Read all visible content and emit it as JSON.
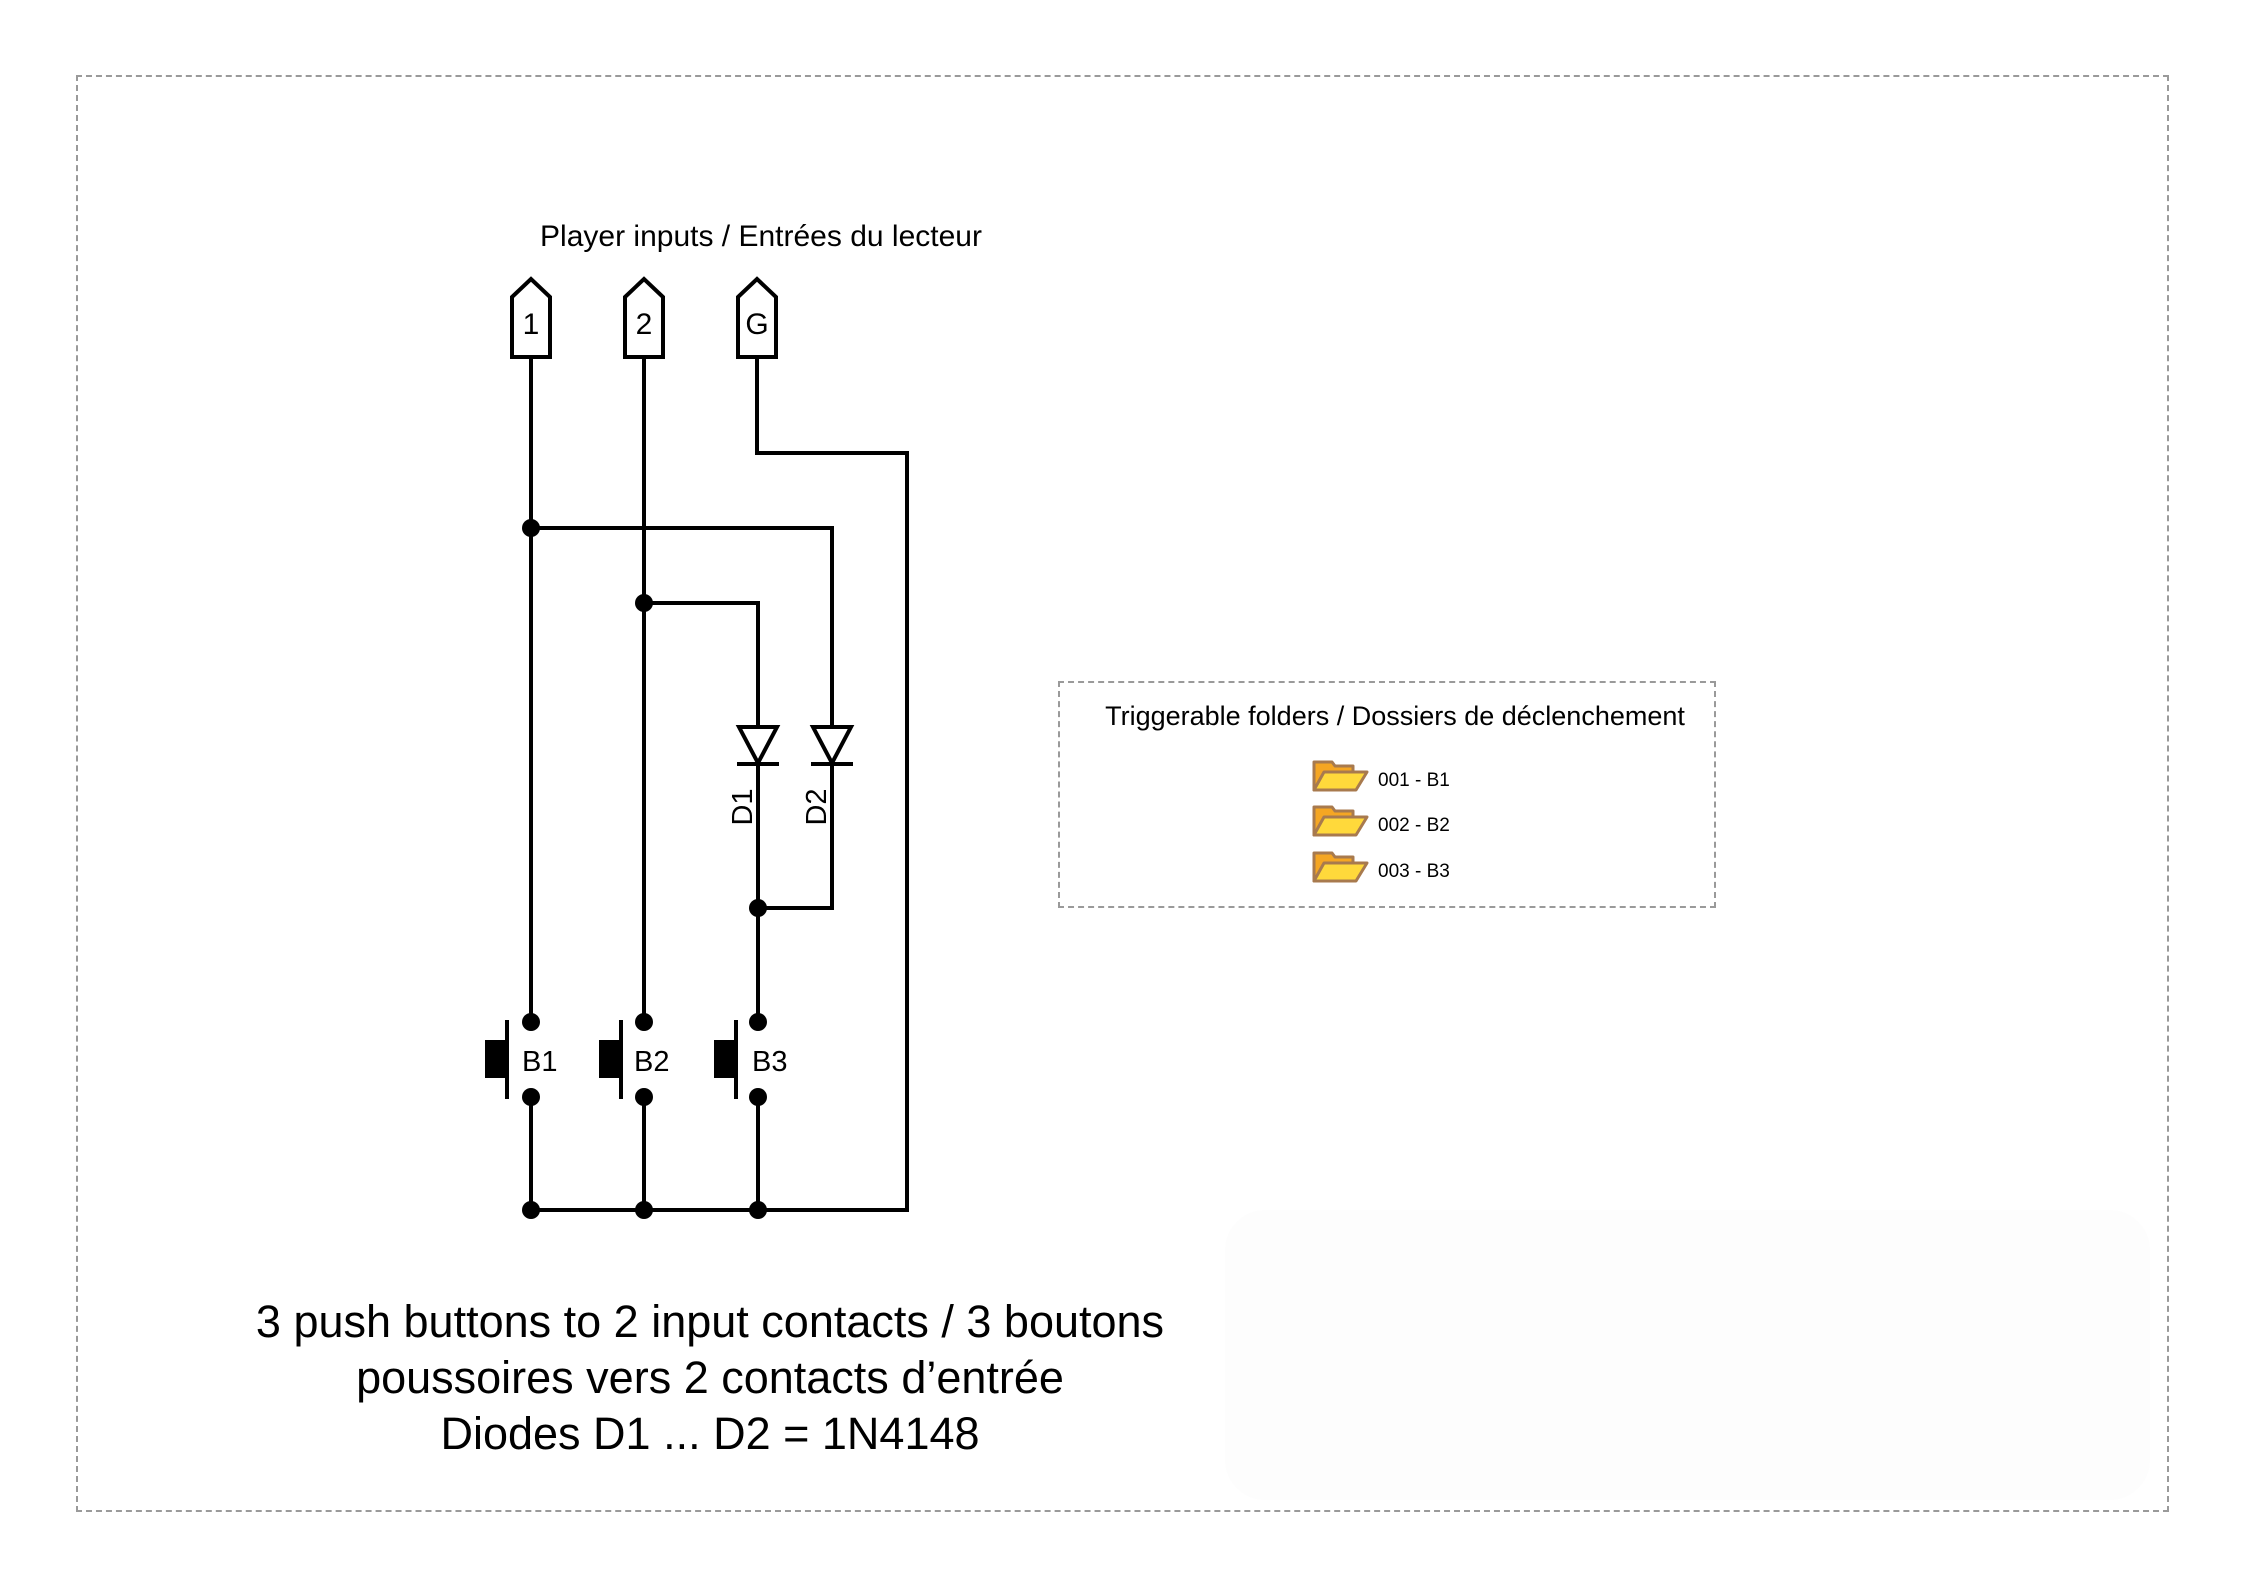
{
  "diagram": {
    "inputs_title": "Player inputs / Entrées du lecteur",
    "connectors": [
      {
        "id": "1",
        "label": "1"
      },
      {
        "id": "2",
        "label": "2"
      },
      {
        "id": "G",
        "label": "G"
      }
    ],
    "diodes": [
      {
        "id": "D1",
        "label": "D1"
      },
      {
        "id": "D2",
        "label": "D2"
      }
    ],
    "buttons": [
      {
        "id": "B1",
        "label": "B1"
      },
      {
        "id": "B2",
        "label": "B2"
      },
      {
        "id": "B3",
        "label": "B3"
      }
    ],
    "caption": {
      "line1": "3 push buttons to 2 input contacts / 3 boutons",
      "line2": "poussoires vers 2 contacts d’entrée",
      "line3": "Diodes D1 ... D2 = 1N4148"
    }
  },
  "folders_panel": {
    "title": "Triggerable folders / Dossiers de déclenchement",
    "items": [
      {
        "icon": "folder-open-icon",
        "label": "001 - B1"
      },
      {
        "icon": "folder-open-icon",
        "label": "002 - B2"
      },
      {
        "icon": "folder-open-icon",
        "label": "003 - B3"
      }
    ]
  },
  "colors": {
    "wire": "#000000",
    "frame_border": "#9a9a9a",
    "folder_back": "#F5A623",
    "folder_front": "#FFD93B",
    "folder_outline": "#A87A4E"
  }
}
